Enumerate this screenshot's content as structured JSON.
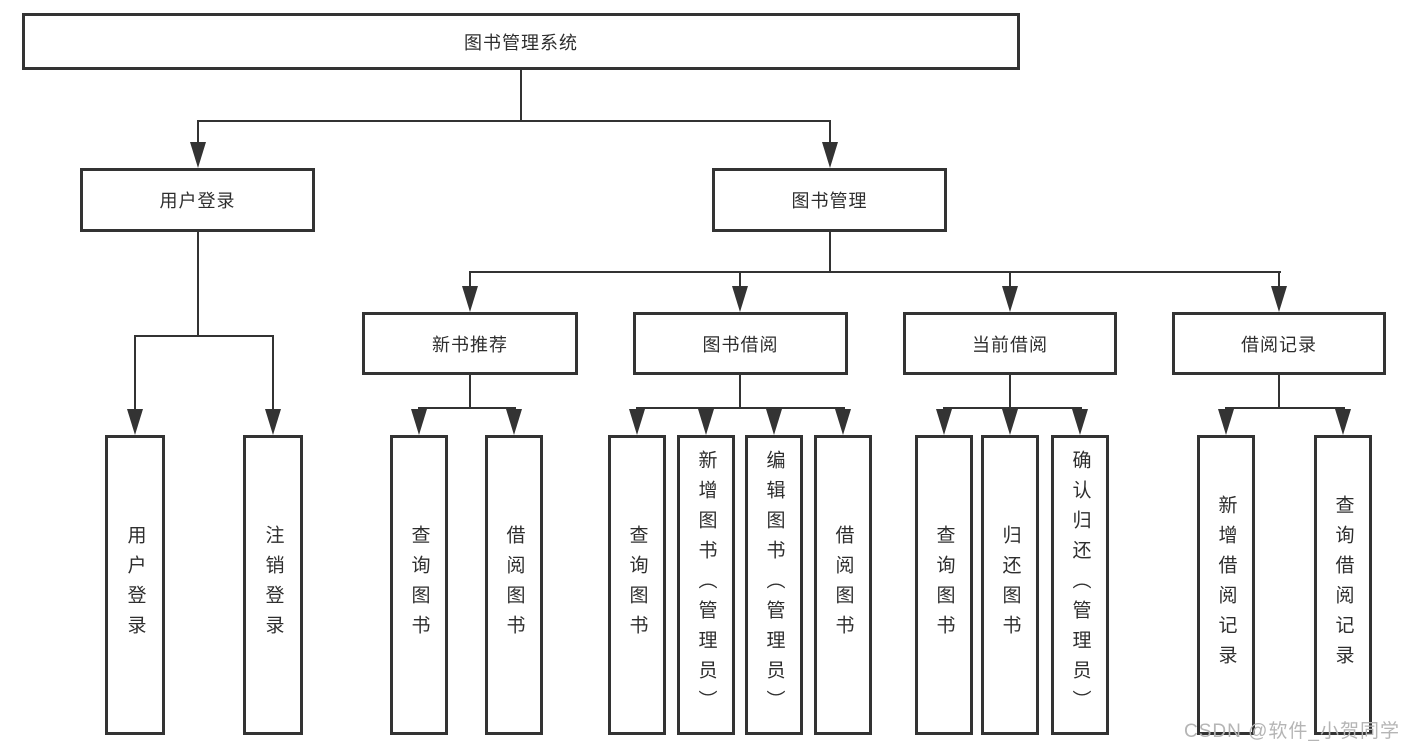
{
  "diagram_title": "图书管理系统",
  "tree": {
    "root": {
      "label": "图书管理系统"
    },
    "branches": [
      {
        "label": "用户登录",
        "children": [
          {
            "label": "用户登录"
          },
          {
            "label": "注销登录"
          }
        ]
      },
      {
        "label": "图书管理",
        "children": [
          {
            "label": "新书推荐",
            "children": [
              {
                "label": "查询图书"
              },
              {
                "label": "借阅图书"
              }
            ]
          },
          {
            "label": "图书借阅",
            "children": [
              {
                "label": "查询图书"
              },
              {
                "label": "新增图书（管理员）"
              },
              {
                "label": "编辑图书（管理员）"
              },
              {
                "label": "借阅图书"
              }
            ]
          },
          {
            "label": "当前借阅",
            "children": [
              {
                "label": "查询图书"
              },
              {
                "label": "归还图书"
              },
              {
                "label": "确认归还（管理员）"
              }
            ]
          },
          {
            "label": "借阅记录",
            "children": [
              {
                "label": "新增借阅记录"
              },
              {
                "label": "查询借阅记录"
              }
            ]
          }
        ]
      }
    ]
  },
  "watermark": {
    "text": "CSDN @软件_小贺同学",
    "color": "#b5b5b5"
  },
  "colors": {
    "line": "#333333",
    "text": "#2e2e2e",
    "background": "#ffffff"
  }
}
